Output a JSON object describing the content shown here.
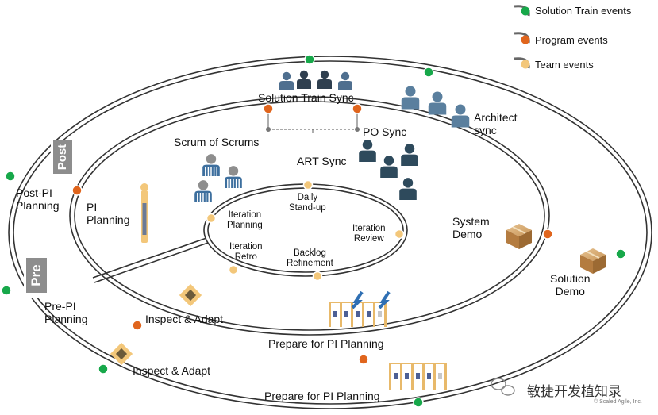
{
  "legend": {
    "solution_train": "Solution Train events",
    "program": "Program events",
    "team": "Team events"
  },
  "colors": {
    "solution_train": "#17a84a",
    "program": "#e0651d",
    "team": "#f3c77a"
  },
  "tags": {
    "post": "Post",
    "pre": "Pre"
  },
  "outer_ring": {
    "solution_train_sync": "Solution Train Sync",
    "architect_sync": [
      "Architect",
      "sync"
    ],
    "post_pi_planning": [
      "Post-PI",
      "Planning"
    ],
    "pre_pi_planning": [
      "Pre-PI",
      "Planning"
    ],
    "inspect_adapt": "Inspect & Adapt",
    "prepare_pi_planning": "Prepare for PI Planning",
    "solution_demo": [
      "Solution",
      "Demo"
    ]
  },
  "middle_ring": {
    "scrum_of_scrums": "Scrum of Scrums",
    "po_sync": "PO Sync",
    "art_sync": "ART Sync",
    "pi_planning": [
      "PI",
      "Planning"
    ],
    "system_demo": [
      "System",
      "Demo"
    ],
    "inspect_adapt": "Inspect & Adapt",
    "prepare_pi_planning": "Prepare for PI Planning"
  },
  "inner_ring": {
    "daily_standup": [
      "Daily",
      "Stand-up"
    ],
    "iteration_planning": [
      "Iteration",
      "Planning"
    ],
    "iteration_review": [
      "Iteration",
      "Review"
    ],
    "iteration_retro": [
      "Iteration",
      "Retro"
    ],
    "backlog_refinement": [
      "Backlog",
      "Refinement"
    ]
  },
  "watermark": "敏捷开发植知录",
  "copyright": "© Scaled Agile, Inc."
}
